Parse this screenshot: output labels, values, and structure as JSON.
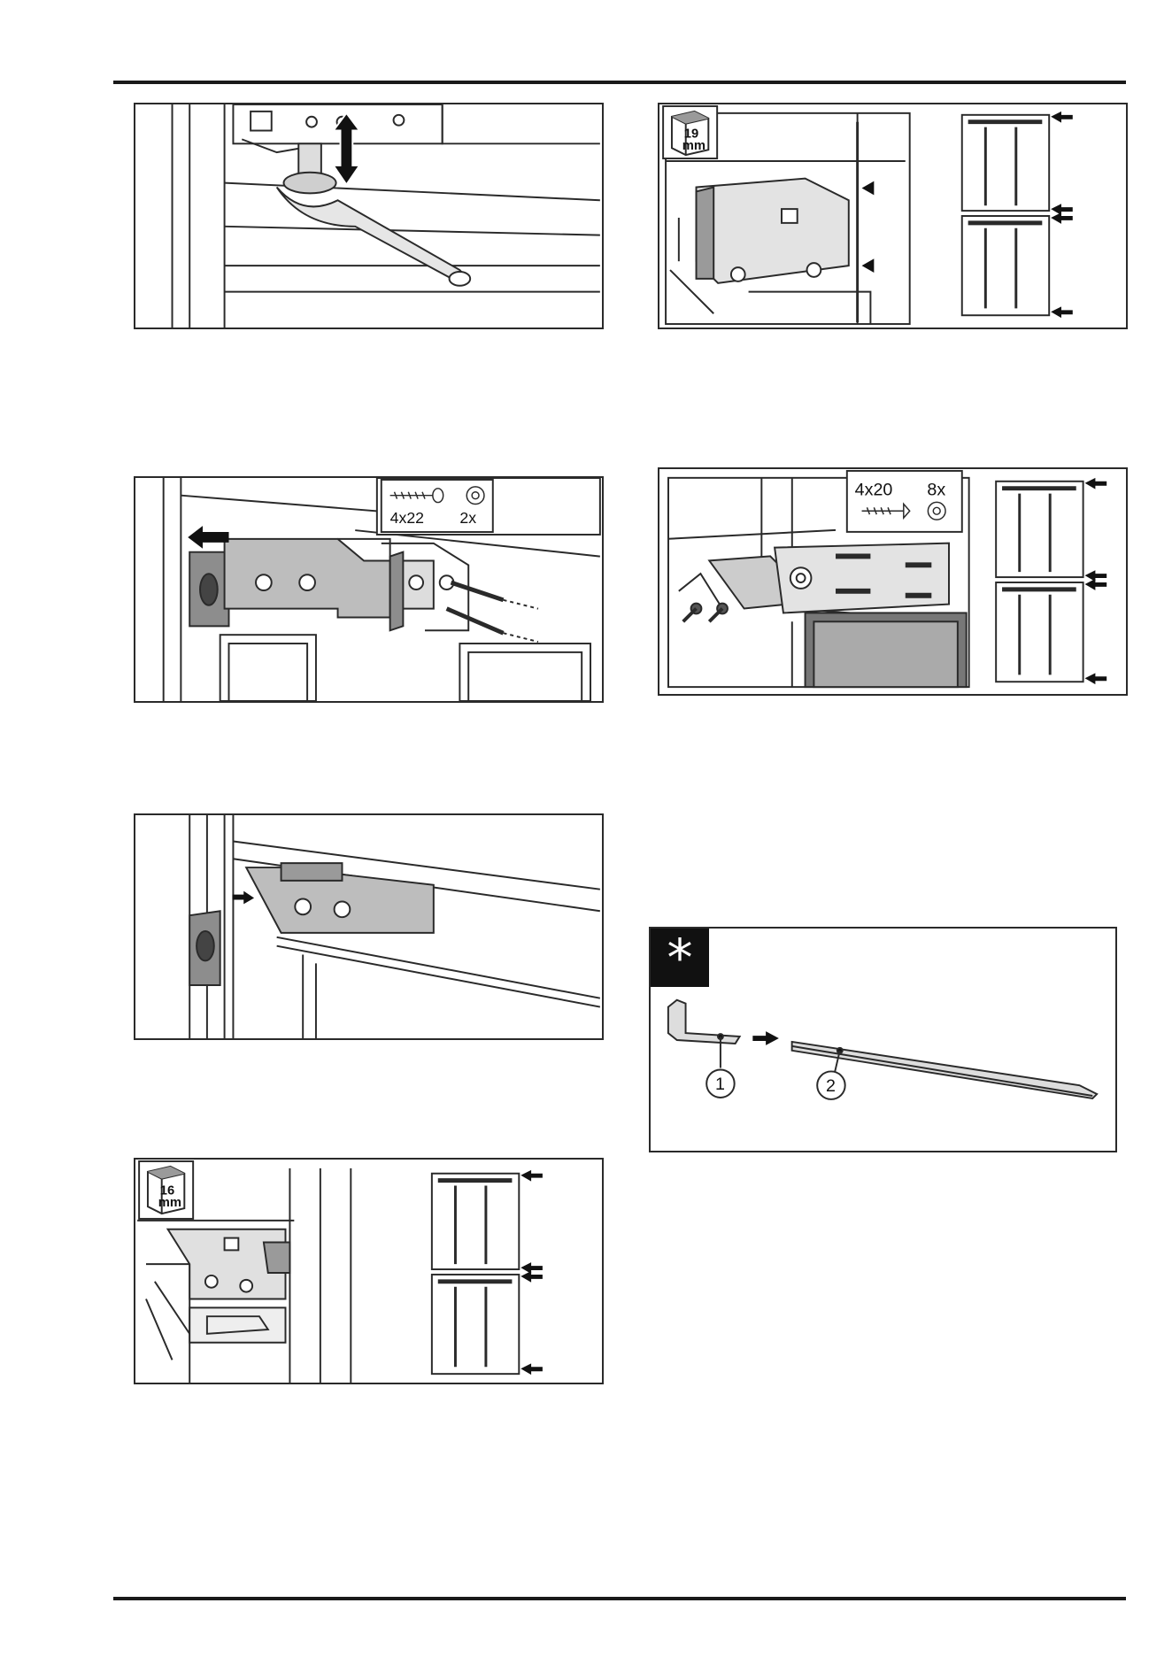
{
  "figures": {
    "fig_wrench": {},
    "fig_screws_4x22": {
      "screw_spec": "4x22",
      "screw_qty": "2x"
    },
    "fig_cover_clip": {},
    "fig_16mm": {
      "thickness_value": "16",
      "thickness_unit": "mm"
    },
    "fig_19mm": {
      "thickness_value": "19",
      "thickness_unit": "mm"
    },
    "fig_screws_4x20": {
      "screw_spec": "4x20",
      "screw_qty": "8x"
    },
    "fig_tool_tip": {
      "callout_1": "1",
      "callout_2": "2"
    }
  },
  "icons": {
    "tip_icon": "asterisk-icon",
    "thickness_icon": "cube-icon",
    "screw_icon": "screw-icon",
    "torx_icon": "torx-icon",
    "arrow_icon": "arrow-left-icon"
  },
  "colors": {
    "line": "#2a2a2a",
    "shade": "#9a9a9a",
    "dark": "#111111"
  }
}
